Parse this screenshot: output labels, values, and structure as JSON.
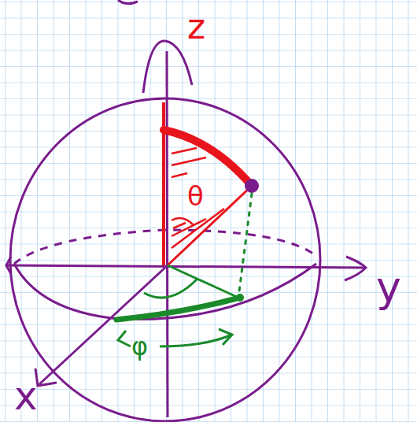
{
  "diagram": {
    "labels": [
      "z",
      "y",
      "x",
      "θ",
      "φ"
    ]
  }
}
